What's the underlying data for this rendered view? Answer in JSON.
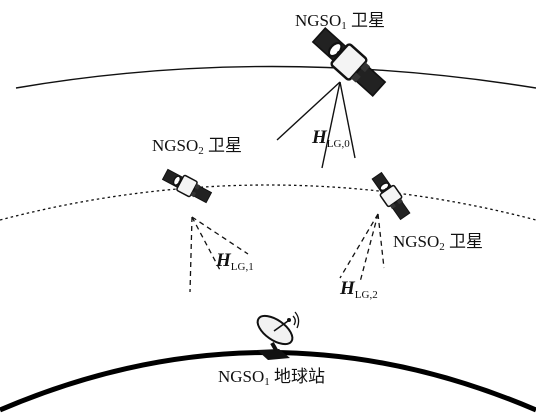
{
  "labels": {
    "sat_top": {
      "prefix": "NGSO",
      "sub": "1",
      "suffix": " 卫星"
    },
    "sat_left": {
      "prefix": "NGSO",
      "sub": "2",
      "suffix": " 卫星"
    },
    "sat_right": {
      "prefix": "NGSO",
      "sub": "2",
      "suffix": " 卫星"
    },
    "ground_station": {
      "prefix": "NGSO",
      "sub": "1",
      "suffix": " 地球站"
    }
  },
  "channels": {
    "h0": {
      "symbol": "H",
      "sub": "LG,0"
    },
    "h1": {
      "symbol": "H",
      "sub": "LG,1"
    },
    "h2": {
      "symbol": "H",
      "sub": "LG,2"
    }
  }
}
